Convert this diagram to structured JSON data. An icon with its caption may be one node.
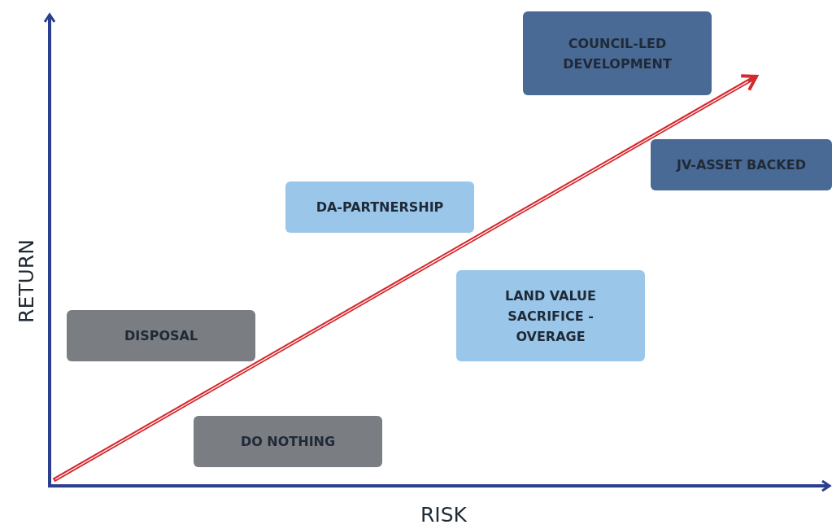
{
  "diagram": {
    "nodes": [
      {
        "text": [
          "COUNCIL-LED DEVELOPMENT"
        ]
      },
      {
        "text": [
          "JV-ASSET BACKED"
        ]
      },
      {
        "text": [
          "DA-PARTNERSHIP"
        ]
      },
      {
        "text": [
          "LAND VALUE SACRIFICE - OVERAGE"
        ]
      },
      {
        "text": [
          "DISPOSAL"
        ]
      },
      {
        "text": [
          "DO NOTHING"
        ]
      }
    ],
    "edges": [],
    "labels": [
      "RETURN",
      "RISK"
    ]
  }
}
